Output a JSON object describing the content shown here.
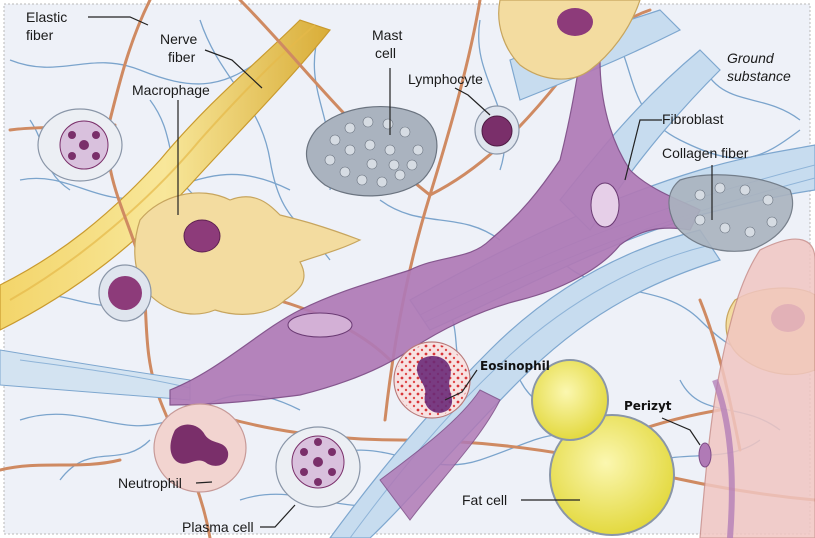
{
  "labels": {
    "elastic_fiber_1": "Elastic",
    "elastic_fiber_2": "fiber",
    "nerve_fiber_1": "Nerve",
    "nerve_fiber_2": "fiber",
    "mast_cell_1": "Mast",
    "mast_cell_2": "cell",
    "lymphocyte": "Lymphocyte",
    "macrophage": "Macrophage",
    "ground_substance_1": "Ground",
    "ground_substance_2": "substance",
    "fibroblast": "Fibroblast",
    "collagen_fiber": "Collagen fiber",
    "eosinophil": "Eosinophil",
    "perizyt": "Perizyt",
    "neutrophil": "Neutrophil",
    "fat_cell": "Fat cell",
    "plasma_cell": "Plasma cell"
  },
  "colors": {
    "background": "#eef1f8",
    "elastic_fiber": "#cf8a62",
    "reticular_fiber": "#6f9cc8",
    "nerve_fiber": "#e9c44f",
    "collagen_fiber": "#bfd8ee",
    "fibroblast": "#b07ab6",
    "macrophage": "#f3dca0",
    "nucleus": "#7d2f6e",
    "fat_cell": "#f4ef6a",
    "mast_cell": "#aab3bf"
  }
}
